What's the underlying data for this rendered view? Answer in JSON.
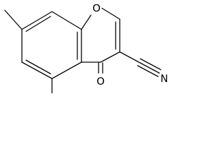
{
  "molecule": {
    "atoms": {
      "ring_oxygen": "O",
      "carbonyl_oxygen": "O",
      "nitrile_nitrogen": "N"
    },
    "colors": {
      "bond": "#000000",
      "label": "#000000",
      "background": "#ffffff"
    }
  }
}
